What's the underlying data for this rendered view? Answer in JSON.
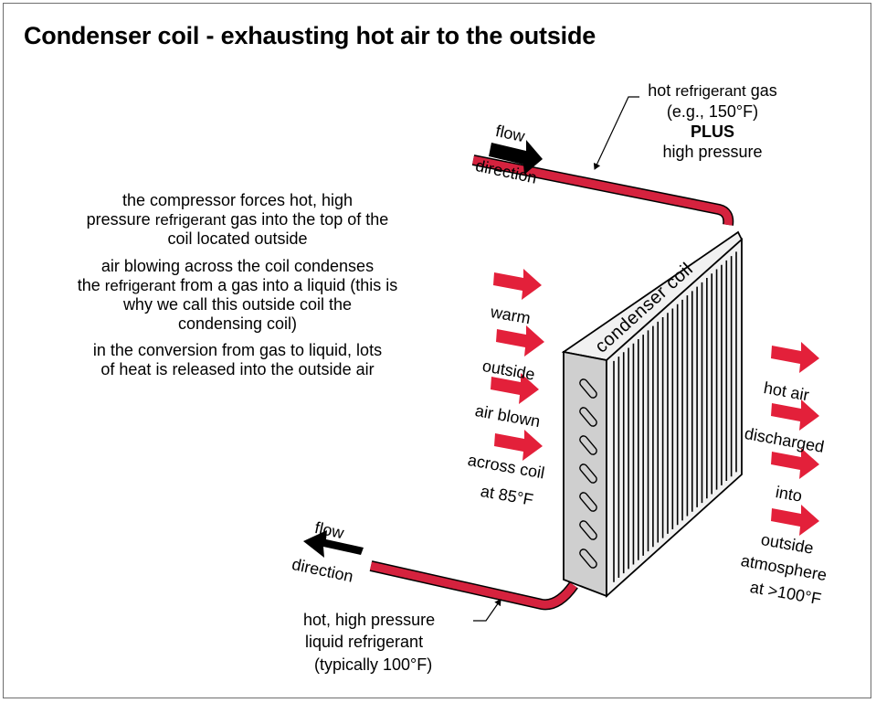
{
  "title": "Condenser coil - exhausting hot air to the outside",
  "paragraphs": {
    "p1": {
      "a": "the compressor forces hot, high",
      "b1": "pressure ",
      "b2": "refrigerant",
      "b3": " gas into the top of the",
      "c": "coil located outside"
    },
    "p2": {
      "a": "air blowing across the coil condenses",
      "b1": "the ",
      "b2": "refrigerant",
      "b3": " from a gas into a liquid (this is",
      "c": "why we call this outside coil the",
      "d": "condensing coil)"
    },
    "p3": {
      "a": "in the conversion from gas to liquid, lots",
      "b": "of heat is released into the outside air"
    }
  },
  "top_pipe": {
    "line1a": "hot ",
    "line1b": "refrigerant",
    "line1c": " gas",
    "line2": "(e.g., 150°F)",
    "line3": "PLUS",
    "line4": "high pressure"
  },
  "bottom_pipe": {
    "line1": "hot, high pressure",
    "line2a": "liquid ",
    "line2b": "refrigerant",
    "line3": "(typically 100°F)"
  },
  "flow": {
    "word1": "flow",
    "word2": "direction"
  },
  "coil_label": "condenser coil",
  "intake": [
    "warm",
    "outside",
    "air blown",
    "across coil",
    "at 85°F"
  ],
  "exhaust": [
    "hot air",
    "discharged",
    "into",
    "outside",
    "atmosphere",
    "at >100°F"
  ],
  "colors": {
    "pipe": "#d5223e",
    "arrow": "#e3203a",
    "coil_face": "#f1f1f1",
    "coil_side": "#cfcfcf",
    "outline": "#000000"
  }
}
